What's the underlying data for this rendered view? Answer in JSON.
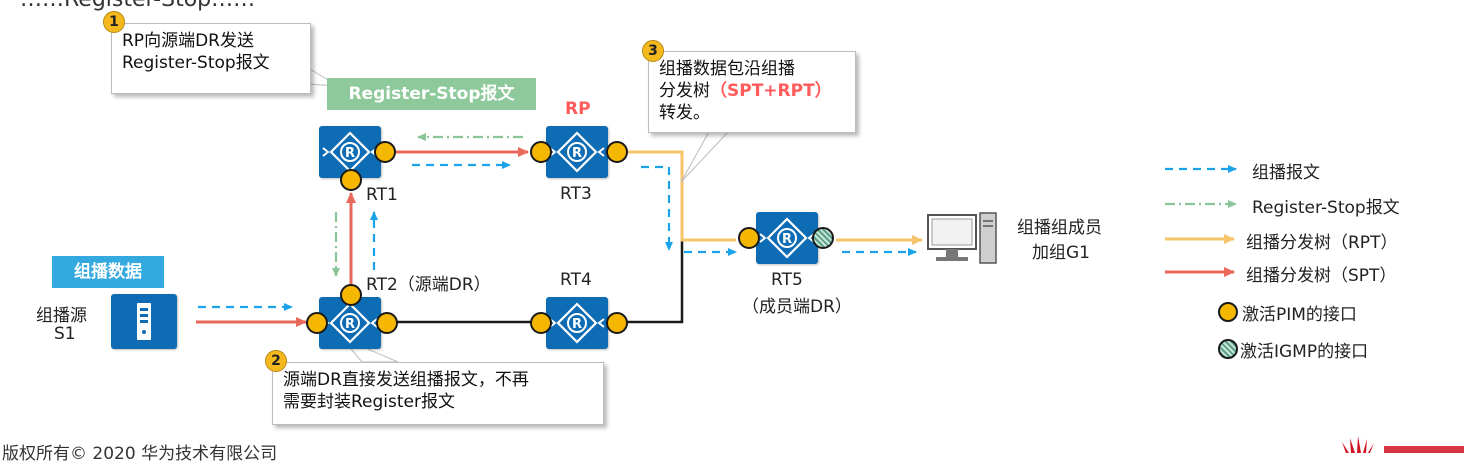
{
  "header": {
    "partial_title": "……Register-Stop……"
  },
  "callouts": {
    "c1": {
      "step": "1",
      "line1": "RP向源端DR发送",
      "line2": "Register-Stop报文"
    },
    "c2": {
      "step": "2",
      "line1": "源端DR直接发送组播报文，不再",
      "line2": "需要封装Register报文"
    },
    "c3": {
      "step": "3",
      "line1": "组播数据包沿组播",
      "line2_prefix": "分发树",
      "line2_highlight": "（SPT+RPT）",
      "line3": "转发。"
    }
  },
  "badges": {
    "register_stop": "Register-Stop报文",
    "multicast_data": "组播数据",
    "rp": "RP"
  },
  "nodes": {
    "rt1": "RT1",
    "rt2": "RT2（源端DR）",
    "rt3": "RT3",
    "rt4": "RT4",
    "rt5_line1": "RT5",
    "rt5_line2": "（成员端DR）",
    "source_line1": "组播源",
    "source_line2": "S1",
    "member_line1": "组播组成员",
    "member_line2": "加组G1"
  },
  "legend": {
    "multicast_packet": "组播报文",
    "register_stop": "Register-Stop报文",
    "rpt": "组播分发树（RPT）",
    "spt": "组播分发树（SPT）",
    "pim_port": "激活PIM的接口",
    "igmp_port": "激活IGMP的接口"
  },
  "footer": {
    "copyright": "版权所有© 2020 华为技术有限公司"
  },
  "colors": {
    "router_blue": "#0e6cb4",
    "port_yellow": "#f5b700",
    "multicast_blue_dashed": "#1aa3e8",
    "register_stop_green": "#8cc49a",
    "rpt_yellow": "#f7c46c",
    "spt_red": "#e8685a",
    "badge_green": "#8dc99b",
    "badge_blue": "#34a9e0",
    "rp_red": "#ff5b5b"
  },
  "icons": {
    "router": "router-icon",
    "server": "server-icon",
    "pc": "computer-icon",
    "logo": "huawei-logo"
  }
}
